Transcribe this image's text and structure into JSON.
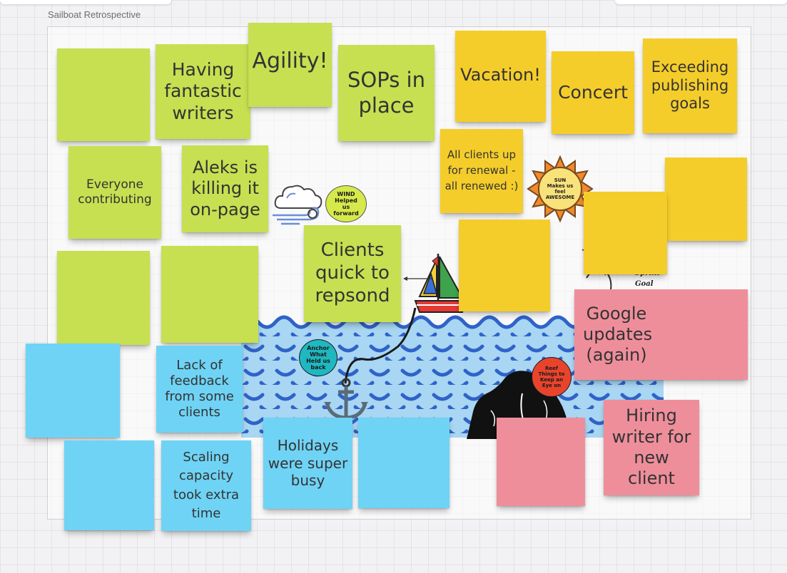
{
  "board": {
    "title": "Sailboat Retrospective"
  },
  "labels": {
    "wind": "WIND Helped us forward",
    "sun": "SUN Makes us feel AWESOME",
    "anchor": "Anchor What Held us back",
    "reef": "Reef Things to Keep an Eye on",
    "sprint_goal": "Sprint Goal"
  },
  "stickies": {
    "having_writers": "Having fantastic writers",
    "agility": "Agility!",
    "sops": "SOPs in place",
    "vacation": "Vacation!",
    "concert": "Concert",
    "exceeding_goals": "Exceeding publishing goals",
    "everyone_contributing": "Everyone contributing",
    "aleks": "Aleks is killing it on-page",
    "clients_renewal": "All clients up for renewal - all renewed :)",
    "clients_quick": "Clients quick to repsond",
    "google_updates": "Google updates (again)",
    "lack_feedback": "Lack of feedback from some clients",
    "scaling": "Scaling capacity took extra time",
    "holidays": "Holidays were super busy",
    "hiring": "Hiring writer for new client"
  },
  "colors": {
    "green": "#c6e051",
    "yellow": "#f5cd2a",
    "pink": "#ef8e9b",
    "blue": "#6fd3f5",
    "sea": "#a9d6f2",
    "wave": "#2f63c9",
    "wind_circle": "#d6e94a",
    "sun_circle": "#f9e27a",
    "anchor_circle": "#1fb8c0",
    "reef_circle": "#e8442c"
  },
  "icons": [
    "cloud-wind-icon",
    "sun-icon",
    "sailboat-icon",
    "anchor-icon",
    "rock-icon",
    "island-icon"
  ]
}
